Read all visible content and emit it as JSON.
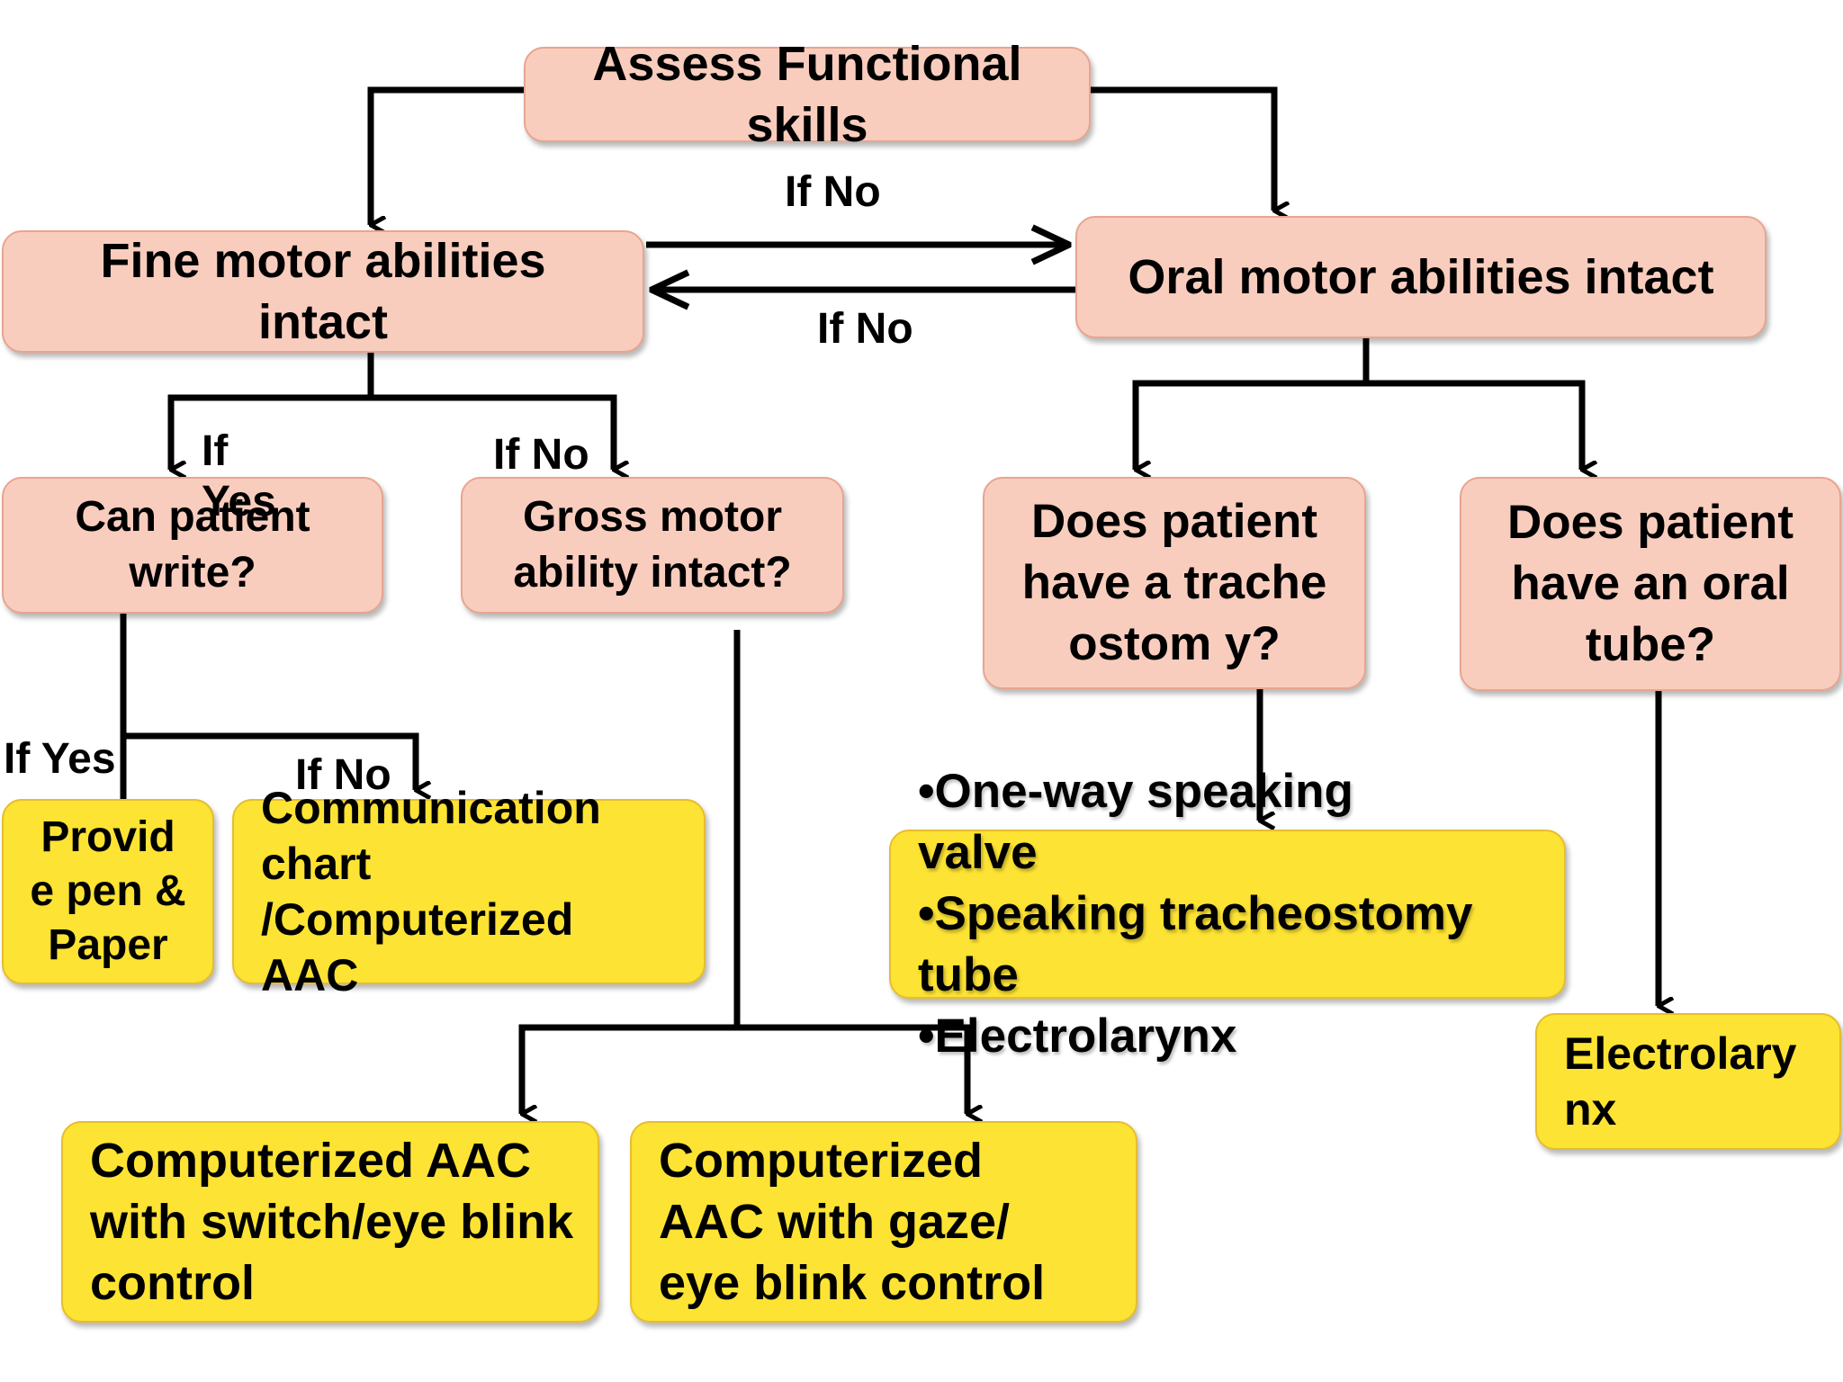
{
  "boxes": {
    "assess": "Assess Functional skills",
    "fine_motor": "Fine motor abilities intact",
    "oral_motor": "Oral motor abilities intact",
    "can_write": "Can patient write?",
    "gross_motor": "Gross motor ability intact?",
    "tracheostomy": "Does patient have a tracheostom y?",
    "oral_tube": "Does patient have an oral tube?",
    "pen_paper": "Provid e pen & Paper",
    "comm_chart": "Communication chart /Computerized AAC",
    "aac_switch": "Computerized AAC with switch/eye blink control",
    "aac_gaze": "Computerized AAC with gaze/ eye blink control",
    "electrolarynx_box": "Electrolary nx"
  },
  "labels": {
    "if_no_top": "If No",
    "if_no_bottom": "If No",
    "if_yes_write": "If Yes",
    "if_no_gross": "If No",
    "if_yes_pen": "If Yes",
    "if_no_chart": "If No"
  },
  "trach_options": [
    "•One-way speaking valve",
    "•Speaking tracheostomy tube",
    "•Electrolarynx"
  ],
  "colors": {
    "decision_fill": "#f9cdbe",
    "outcome_fill": "#fde333",
    "line": "#000000"
  }
}
